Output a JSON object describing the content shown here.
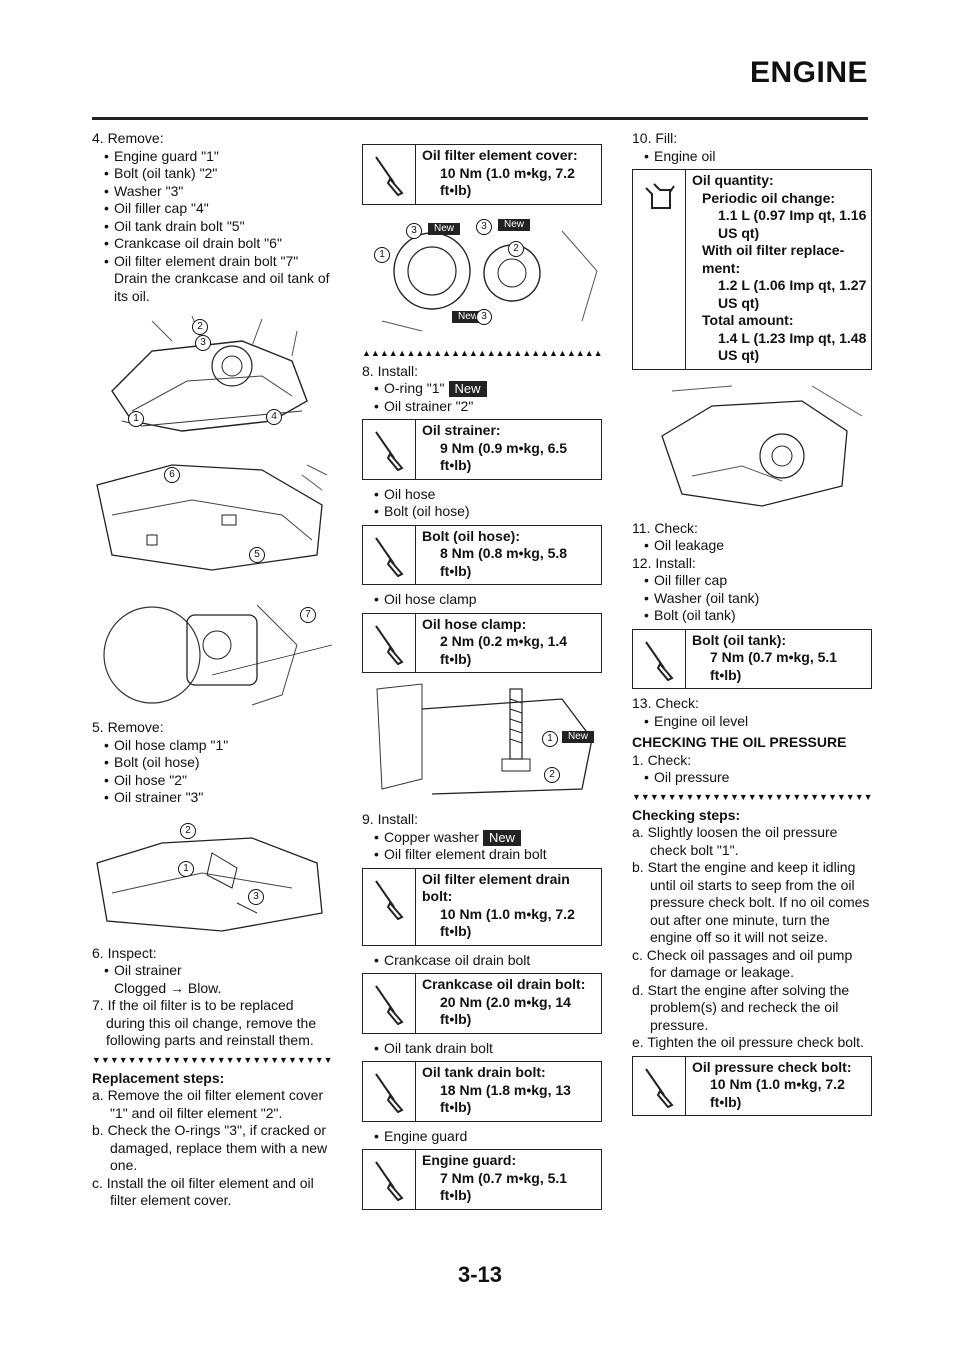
{
  "header": {
    "title": "ENGINE"
  },
  "page_number": "3-13",
  "c1": {
    "s4": "4. Remove:",
    "s4_items": [
      "Engine guard \"1\"",
      "Bolt (oil tank) \"2\"",
      "Washer \"3\"",
      "Oil filler cap \"4\"",
      "Oil tank drain bolt \"5\"",
      "Crankcase oil drain bolt \"6\"",
      "Oil filter element drain bolt \"7\""
    ],
    "s4_note": "Drain the crankcase and oil tank of its oil.",
    "s5": "5. Remove:",
    "s5_items": [
      "Oil hose clamp \"1\"",
      "Bolt (oil hose)",
      "Oil hose \"2\"",
      "Oil strainer \"3\""
    ],
    "s6": "6. Inspect:",
    "s6_item": "Oil strainer",
    "s6_note": "Clogged → Blow.",
    "s7": "7. If the oil filter is to be replaced during this oil change, remove the following parts and reinstall them.",
    "steps_title": "Replacement steps:",
    "steps": [
      "a. Remove the oil filter element cover \"1\" and oil filter element \"2\".",
      "b. Check the O-rings \"3\", if cracked or damaged, replace them with a new one.",
      "c. Install the oil filter element and oil filter element cover."
    ]
  },
  "c2": {
    "spec_cover": [
      "Oil filter element cover:",
      "10 Nm (1.0 m•kg, 7.2",
      "ft•lb)"
    ],
    "s8": "8. Install:",
    "s8_items": [
      "O-ring \"1\"",
      "Oil strainer \"2\""
    ],
    "spec_strainer": [
      "Oil strainer:",
      "9 Nm (0.9 m•kg, 6.5",
      "ft•lb)"
    ],
    "s8_items2": [
      "Oil hose",
      "Bolt (oil hose)"
    ],
    "spec_bolthose": [
      "Bolt (oil hose):",
      "8 Nm (0.8 m•kg, 5.8",
      "ft•lb)"
    ],
    "s8_item3": "Oil hose clamp",
    "spec_clamp": [
      "Oil hose clamp:",
      "2 Nm (0.2 m•kg, 1.4",
      "ft•lb)"
    ],
    "s9": "9. Install:",
    "s9_items": [
      "Copper washer",
      "Oil filter element drain bolt"
    ],
    "spec_drainbolt": [
      "Oil filter element drain",
      "bolt:",
      "10 Nm (1.0 m•kg, 7.2",
      "ft•lb)"
    ],
    "s9_item3": "Crankcase oil drain bolt",
    "spec_crank": [
      "Crankcase oil drain bolt:",
      "20 Nm (2.0 m•kg, 14",
      "ft•lb)"
    ],
    "s9_item4": "Oil tank drain bolt",
    "spec_tank": [
      "Oil tank drain bolt:",
      "18 Nm (1.8 m•kg, 13",
      "ft•lb)"
    ],
    "s9_item5": "Engine guard",
    "spec_guard": [
      "Engine guard:",
      "7 Nm (0.7 m•kg, 5.1",
      "ft•lb)"
    ]
  },
  "c3": {
    "s10": "10. Fill:",
    "s10_item": "Engine oil",
    "spec_qty": [
      "Oil quantity:",
      "Periodic oil change:",
      "1.1 L (0.97 Imp qt, 1.16",
      "US qt)",
      "With oil filter replace-",
      "ment:",
      "1.2 L (1.06 Imp qt, 1.27",
      "US qt)",
      "Total amount:",
      "1.4 L (1.23 Imp qt, 1.48",
      "US qt)"
    ],
    "s11": "11. Check:",
    "s11_item": "Oil leakage",
    "s12": "12. Install:",
    "s12_items": [
      "Oil filler cap",
      "Washer (oil tank)",
      "Bolt (oil tank)"
    ],
    "spec_tankbolt": [
      "Bolt (oil tank):",
      "7 Nm (0.7 m•kg, 5.1",
      "ft•lb)"
    ],
    "s13": "13. Check:",
    "s13_item": "Engine oil level",
    "section": "CHECKING THE OIL PRESSURE",
    "p1": "1. Check:",
    "p1_item": "Oil pressure",
    "steps_title": "Checking steps:",
    "steps": [
      "a. Slightly loosen the oil pressure check bolt \"1\".",
      "b. Start the engine and keep it idling until oil starts to seep from the oil pressure check bolt. If no oil comes out after one minute, turn the engine off so it will not seize.",
      "c. Check oil passages and oil pump for damage or leakage.",
      "d. Start the engine after solving the problem(s) and recheck the oil pressure.",
      "e. Tighten the oil pressure check bolt."
    ],
    "spec_check": [
      "Oil pressure check bolt:",
      "10 Nm (1.0 m•kg, 7.2",
      "ft•lb)"
    ]
  },
  "labels": {
    "new": "New",
    "n1": "1",
    "n2": "2",
    "n3": "3",
    "n4": "4",
    "n5": "5",
    "n6": "6",
    "n7": "7"
  }
}
